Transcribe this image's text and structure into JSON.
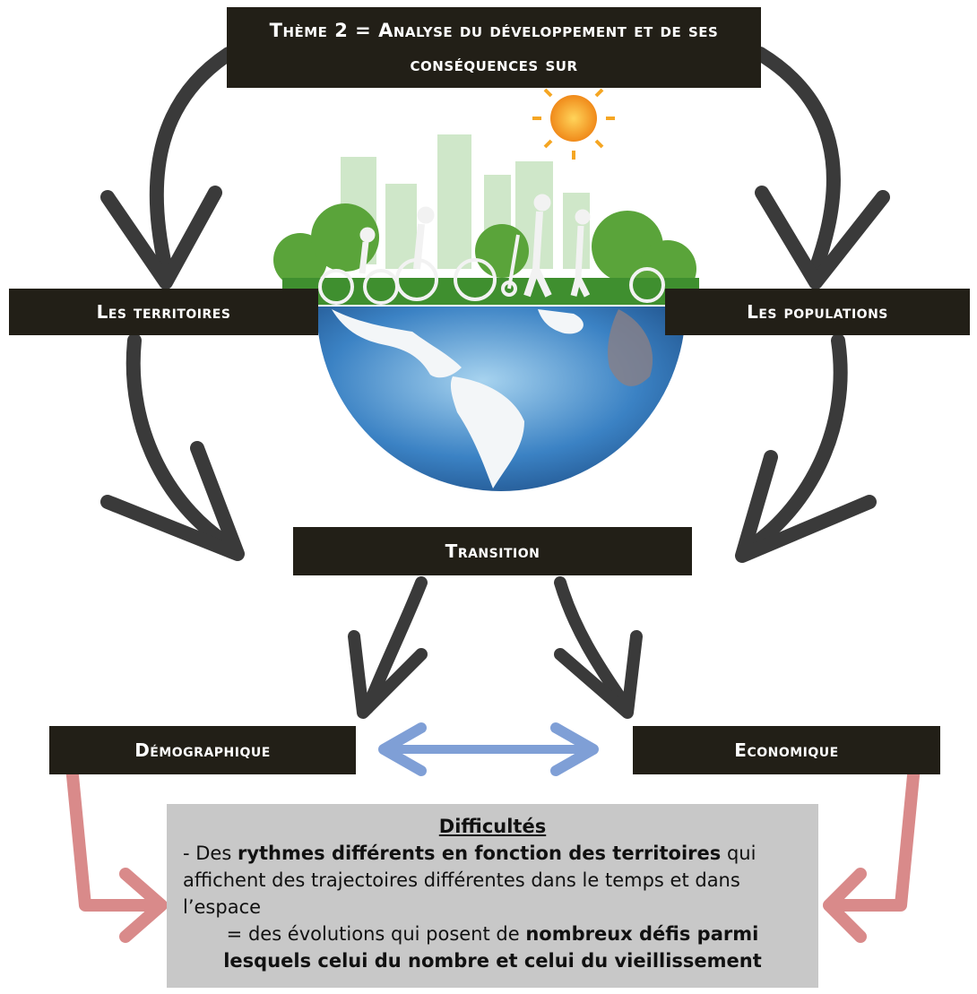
{
  "title": "Thème 2 = Analyse du développement et de ses conséquences sur",
  "nodes": {
    "territoires": "Les territoires",
    "populations": "Les populations",
    "transition": "Transition",
    "demographique": "Démographique",
    "economique": "Economique"
  },
  "difficultes": {
    "heading": "Difficultés",
    "line1_a": "- Des ",
    "line1_b": "rythmes différents en fonction des territoires",
    "line1_c": " qui affichent des trajectoires différentes dans le temps et dans l’espace",
    "line2_a": "= des évolutions qui posent de ",
    "line2_b": "nombreux défis parmi lesquels celui du nombre et celui du vieillissement"
  },
  "colors": {
    "box_bg": "#221f17",
    "arrow_dark": "#3a3a3a",
    "arrow_blue": "#7f9fd6",
    "arrow_red": "#d98a8a",
    "text_box_bg": "#c8c8c8"
  }
}
